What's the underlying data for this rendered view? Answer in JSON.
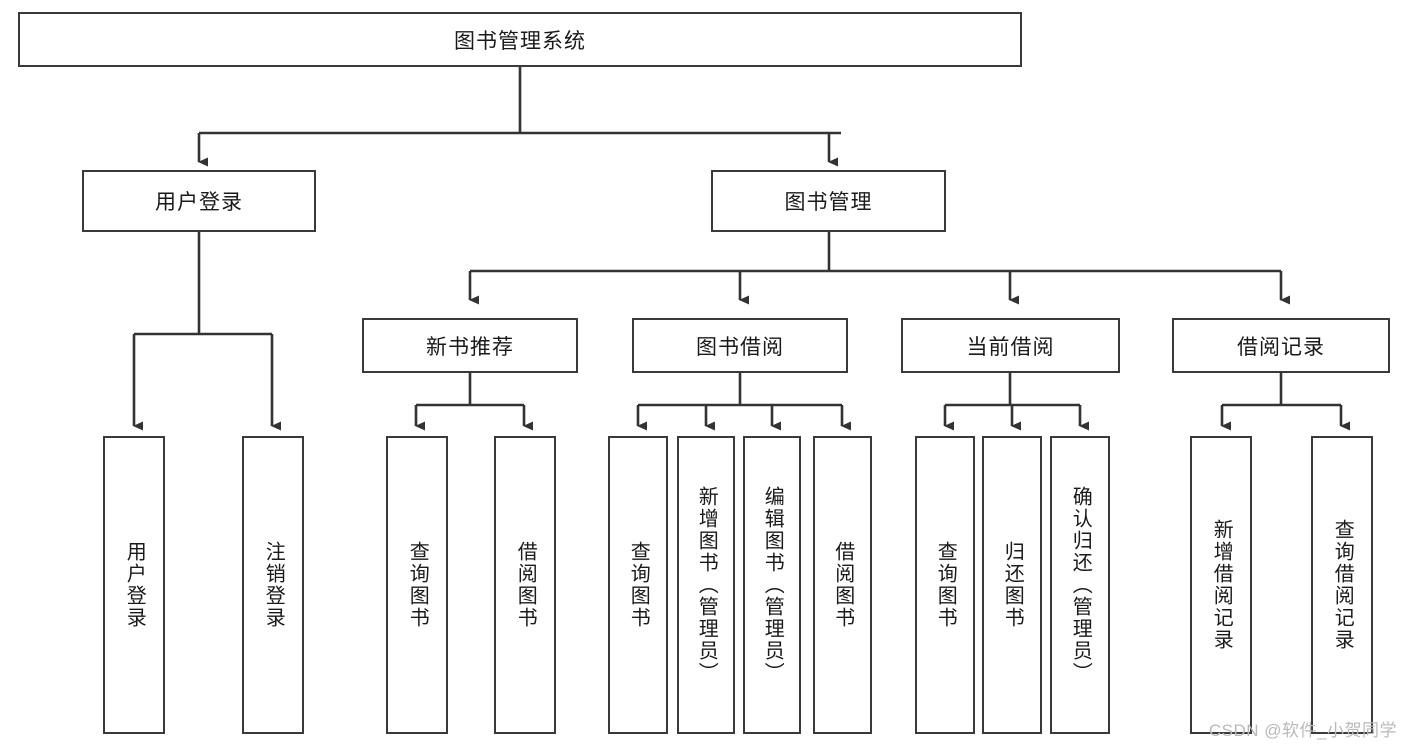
{
  "diagram": {
    "title": "图书管理系统",
    "type": "hierarchy-tree",
    "root": {
      "label": "图书管理系统"
    },
    "level2": [
      {
        "label": "用户登录"
      },
      {
        "label": "图书管理"
      }
    ],
    "level3": [
      {
        "label": "新书推荐"
      },
      {
        "label": "图书借阅"
      },
      {
        "label": "当前借阅"
      },
      {
        "label": "借阅记录"
      }
    ],
    "leaves": {
      "user_login": [
        {
          "label": "用户登录"
        },
        {
          "label": "注销登录"
        }
      ],
      "new_book_recommend": [
        {
          "label": "查询图书"
        },
        {
          "label": "借阅图书"
        }
      ],
      "book_borrow": [
        {
          "label": "查询图书"
        },
        {
          "label": "新增图书（管理员）"
        },
        {
          "label": "编辑图书（管理员）"
        },
        {
          "label": "借阅图书"
        }
      ],
      "current_borrow": [
        {
          "label": "查询图书"
        },
        {
          "label": "归还图书"
        },
        {
          "label": "确认归还（管理员）"
        }
      ],
      "borrow_record": [
        {
          "label": "新增借阅记录"
        },
        {
          "label": "查询借阅记录"
        }
      ]
    }
  },
  "watermark": {
    "text": "CSDN @软件_小贺同学"
  },
  "colors": {
    "box_border": "#3a3a3a",
    "line": "#333333",
    "background": "#ffffff",
    "text": "#1a1a1a",
    "watermark": "#b9b9b9"
  }
}
